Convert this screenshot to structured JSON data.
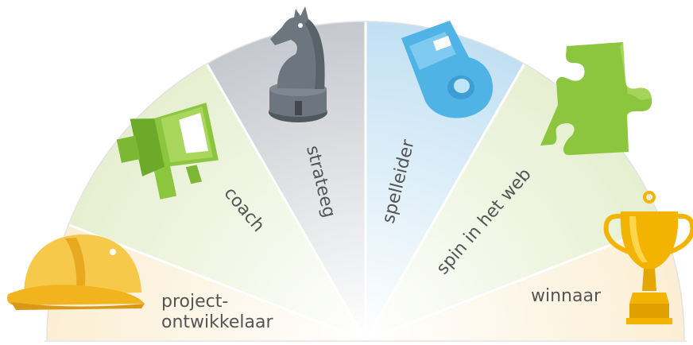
{
  "segments": [
    {
      "id": "projectontwikkelaar",
      "label_lines": [
        "project-",
        "ontwikkelaar"
      ],
      "icon": "hard-hat-icon",
      "color": "#f6c94a",
      "tint": "#fbeed3"
    },
    {
      "id": "coach",
      "label_lines": [
        "coach"
      ],
      "icon": "megaphone-icon",
      "color": "#8cc63f",
      "tint": "#e8f0d4"
    },
    {
      "id": "strateeg",
      "label_lines": [
        "strateeg"
      ],
      "icon": "chess-knight-icon",
      "color": "#6d767e",
      "tint": "#c9ccd2"
    },
    {
      "id": "spelleider",
      "label_lines": [
        "spelleider"
      ],
      "icon": "whistle-icon",
      "color": "#4fb3e6",
      "tint": "#c6e3f4"
    },
    {
      "id": "spin-in-het-web",
      "label_lines": [
        "spin in het web"
      ],
      "icon": "puzzle-piece-icon",
      "color": "#8cc63f",
      "tint": "#e8f0d4"
    },
    {
      "id": "winnaar",
      "label_lines": [
        "winnaar"
      ],
      "icon": "trophy-icon",
      "color": "#f2b400",
      "tint": "#fbeed3"
    }
  ]
}
